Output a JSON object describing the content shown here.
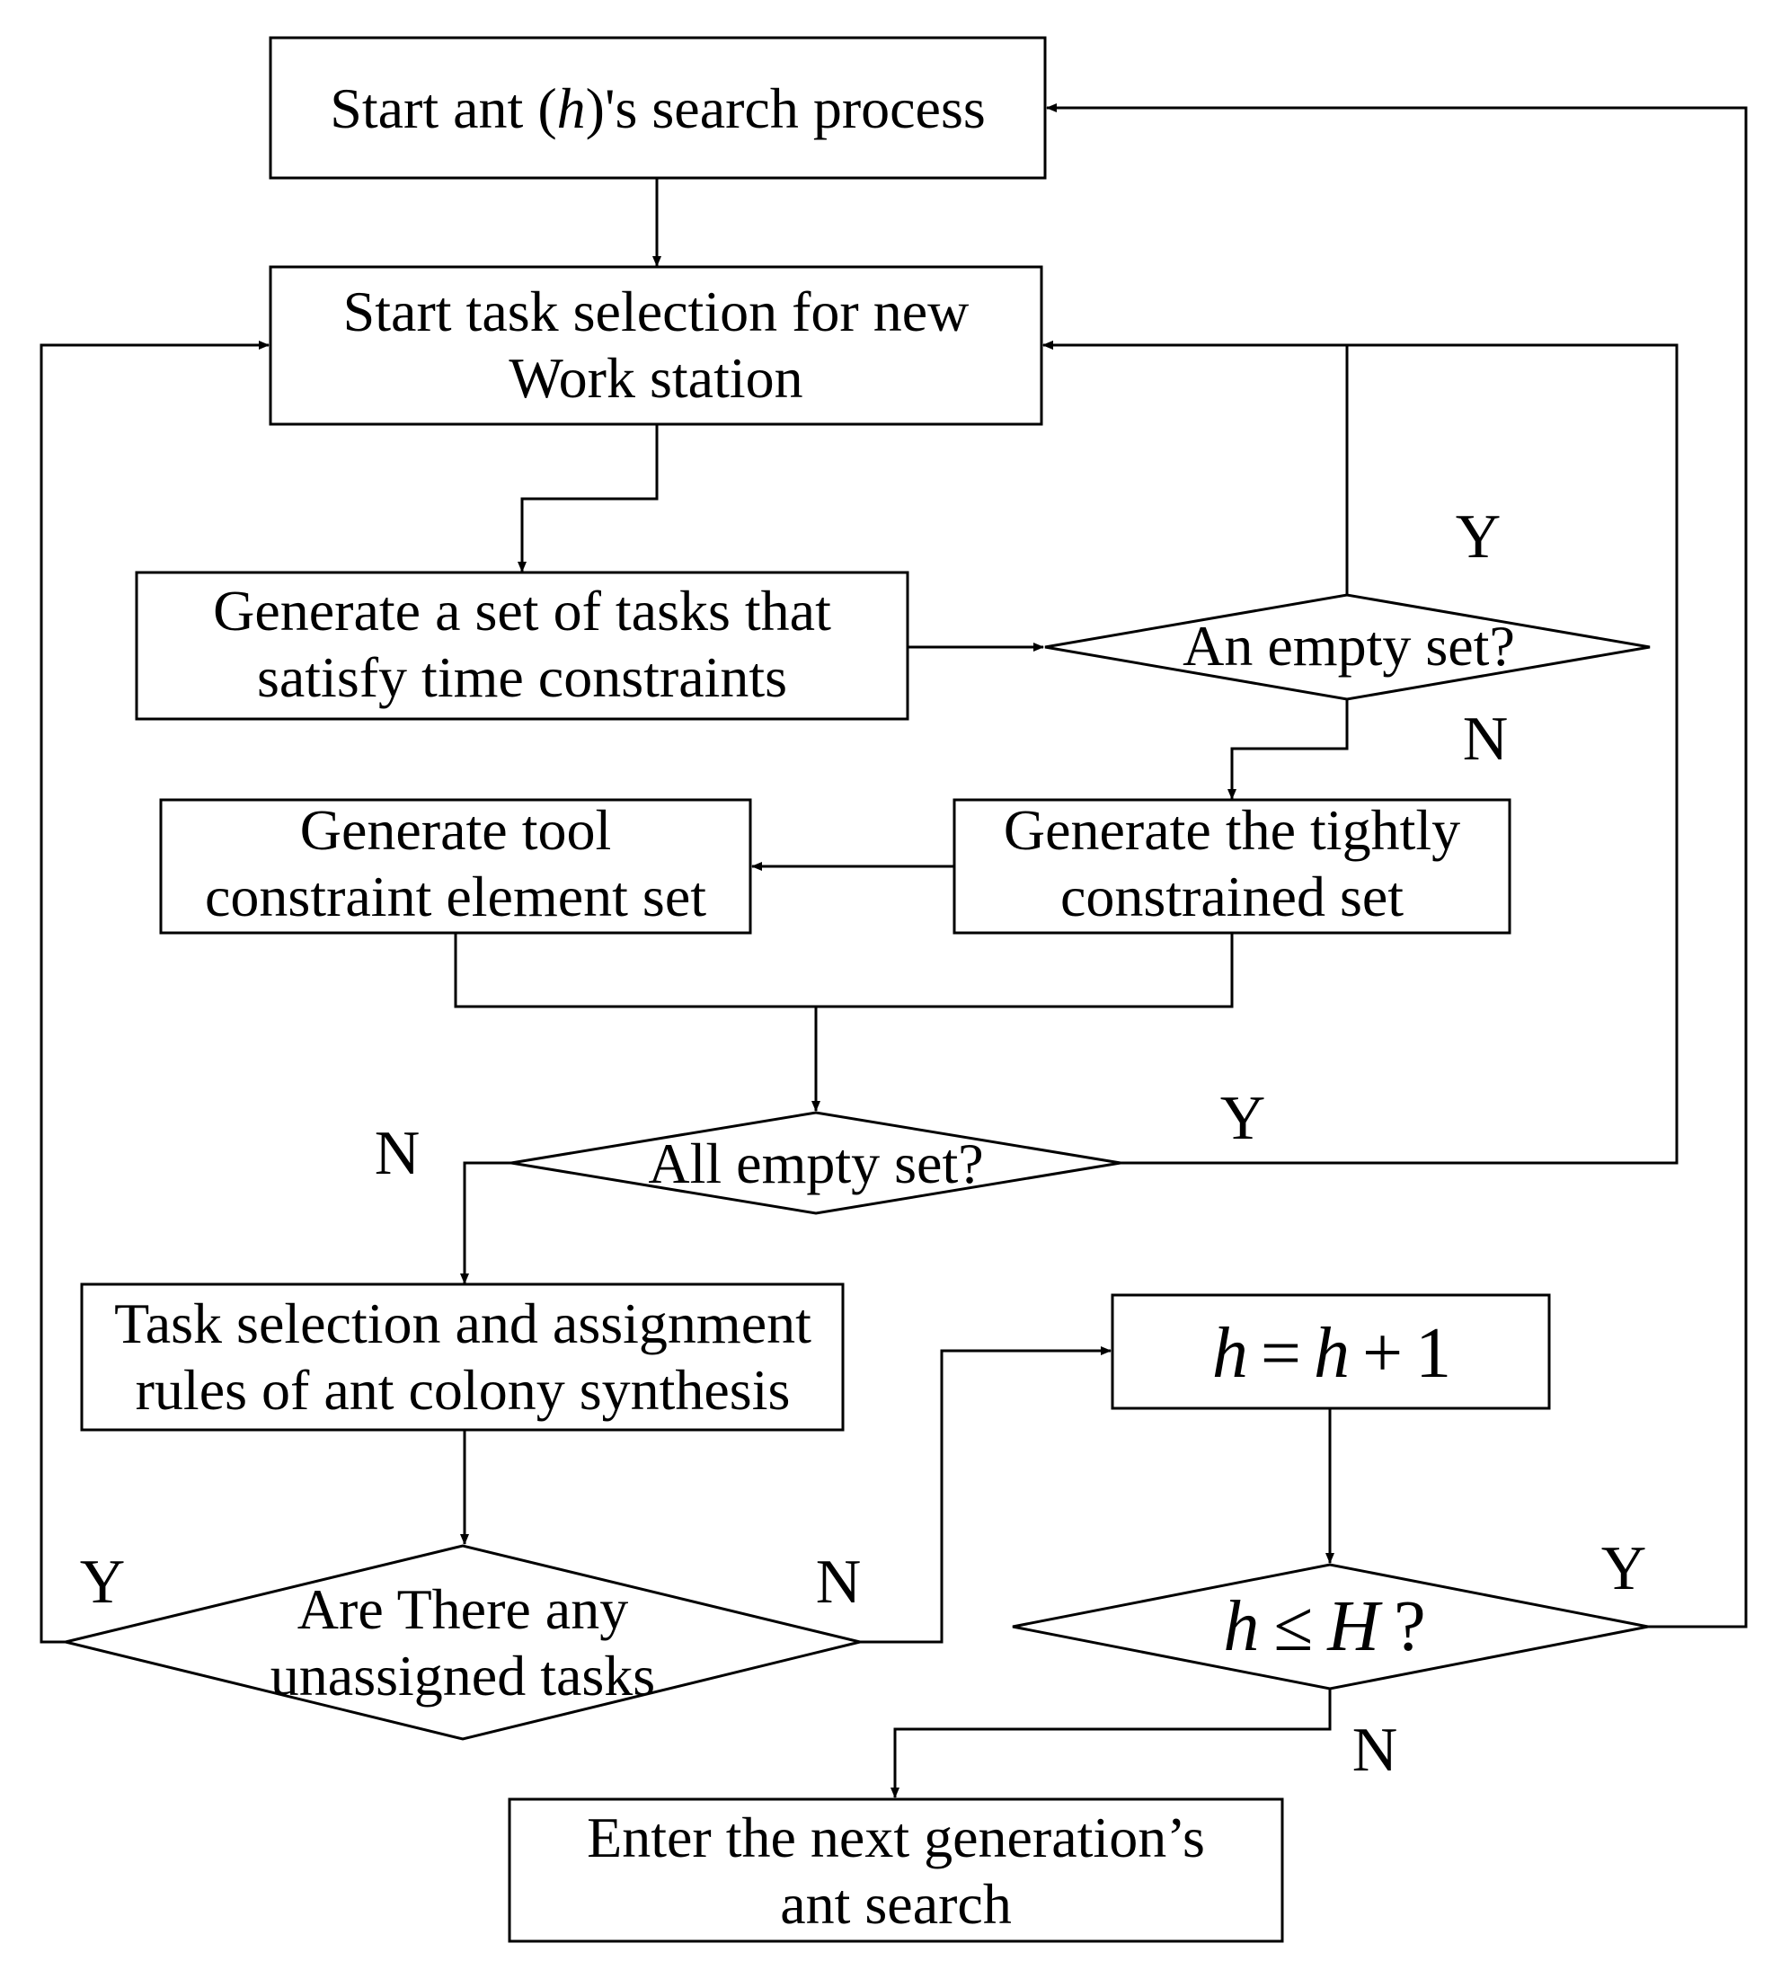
{
  "nodes": {
    "start_ant": {
      "pre": "Start ant (",
      "var": "h",
      "post": ")'s search process"
    },
    "start_task": {
      "line1": "Start task selection for new",
      "line2": "Work station"
    },
    "gen_set": {
      "line1": "Generate a set of tasks that",
      "line2": "satisfy time constraints"
    },
    "empty_check": {
      "text": "An empty set?"
    },
    "tight_set": {
      "line1": "Generate the tightly",
      "line2": "constrained set"
    },
    "tool_set": {
      "line1": "Generate tool",
      "line2": "constraint element set"
    },
    "all_empty": {
      "text": "All empty set?"
    },
    "rules": {
      "line1": "Task selection and assignment",
      "line2": "rules of ant colony synthesis"
    },
    "unassigned": {
      "line1": "Are There any",
      "line2": "unassigned tasks"
    },
    "increment": {
      "lhs": "h",
      "eq": "=",
      "rhs_var": "h",
      "plus": "+",
      "one": "1"
    },
    "compare": {
      "lhs": "h",
      "op": "≤",
      "rhs": "H",
      "q": "?"
    },
    "next_gen": {
      "line1": "Enter the next generation’s",
      "line2": "ant search"
    }
  },
  "branch_labels": {
    "empty_yes": "Y",
    "empty_no": "N",
    "all_empty_yes": "Y",
    "all_empty_no": "N",
    "unassigned_yes": "Y",
    "unassigned_no": "N",
    "compare_yes": "Y",
    "compare_no": "N"
  }
}
